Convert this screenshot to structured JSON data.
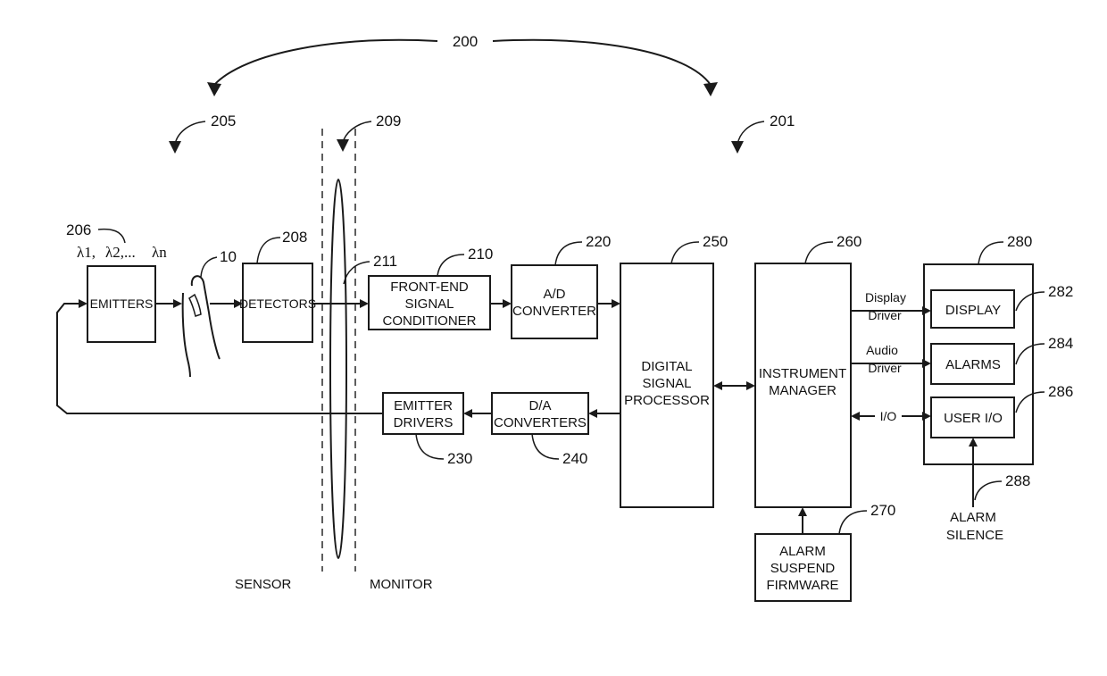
{
  "reference_numerals": {
    "system": "200",
    "sensor_side": "205",
    "interface": "209",
    "monitor_side": "201",
    "emitters": "206",
    "finger": "10",
    "detectors": "208",
    "connection": "211",
    "front_end": "210",
    "ad": "220",
    "dsp": "250",
    "instrument_manager": "260",
    "io_panel": "280",
    "display": "282",
    "alarms": "284",
    "user_io": "286",
    "alarm_silence": "288",
    "alarm_suspend": "270",
    "emitter_drivers": "230",
    "da": "240"
  },
  "wavelengths": {
    "l1": "λ1,",
    "l2": "λ2,...",
    "ln": "λn"
  },
  "blocks": {
    "emitters": "EMITTERS",
    "detectors": "DETECTORS",
    "front_end": [
      "FRONT-END",
      "SIGNAL",
      "CONDITIONER"
    ],
    "ad": [
      "A/D",
      "CONVERTER"
    ],
    "dsp": [
      "DIGITAL",
      "SIGNAL",
      "PROCESSOR"
    ],
    "instrument_manager": [
      "INSTRUMENT",
      "MANAGER"
    ],
    "display": "DISPLAY",
    "alarms": "ALARMS",
    "user_io": "USER I/O",
    "emitter_drivers": [
      "EMITTER",
      "DRIVERS"
    ],
    "da": [
      "D/A",
      "CONVERTERS"
    ],
    "alarm_suspend": [
      "ALARM",
      "SUSPEND",
      "FIRMWARE"
    ]
  },
  "signals": {
    "display_driver": [
      "Display",
      "Driver"
    ],
    "audio_driver": [
      "Audio",
      "Driver"
    ],
    "io": "I/O",
    "alarm_silence": [
      "ALARM",
      "SILENCE"
    ]
  },
  "regions": {
    "sensor": "SENSOR",
    "monitor": "MONITOR"
  }
}
